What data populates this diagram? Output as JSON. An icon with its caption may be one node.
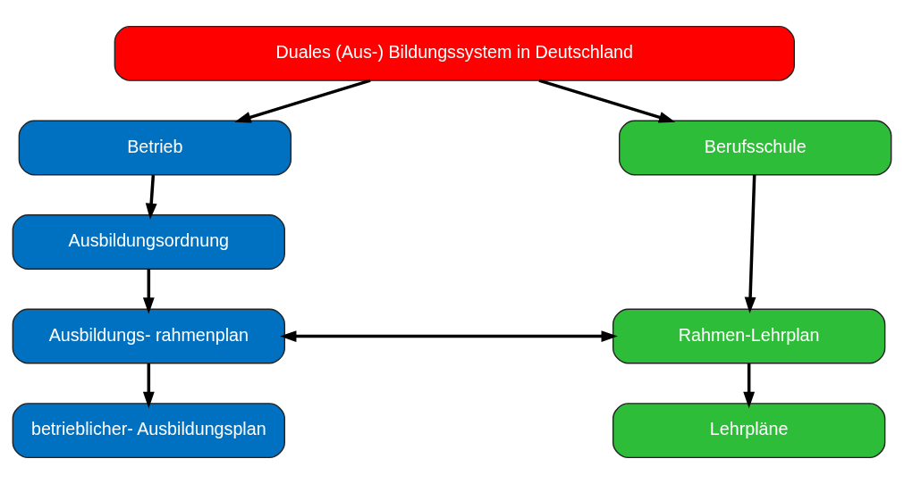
{
  "diagram": {
    "nodes": [
      {
        "text": [
          "Duales (Aus-) Bildungssystem in Deutschland"
        ]
      },
      {
        "text": [
          "Betrieb"
        ]
      },
      {
        "text": [
          "Berufsschule"
        ]
      },
      {
        "text": [
          "Ausbildungsordnung"
        ]
      },
      {
        "text": [
          "Ausbildungs- rahmenplan"
        ]
      },
      {
        "text": [
          "Rahmen-Lehrplan"
        ]
      },
      {
        "text": [
          "betrieblicher- Ausbildungsplan"
        ]
      },
      {
        "text": [
          "Lehrpläne"
        ]
      }
    ],
    "edges": [
      {
        "from": 0,
        "to": 1,
        "arrow": "to"
      },
      {
        "from": 0,
        "to": 2,
        "arrow": "to"
      },
      {
        "from": 1,
        "to": 3,
        "arrow": "to"
      },
      {
        "from": 3,
        "to": 4,
        "arrow": "to"
      },
      {
        "from": 2,
        "to": 5,
        "arrow": "to"
      },
      {
        "from": 4,
        "to": 5,
        "arrow": "both"
      },
      {
        "from": 4,
        "to": 6,
        "arrow": "to"
      },
      {
        "from": 5,
        "to": 7,
        "arrow": "to"
      }
    ]
  }
}
